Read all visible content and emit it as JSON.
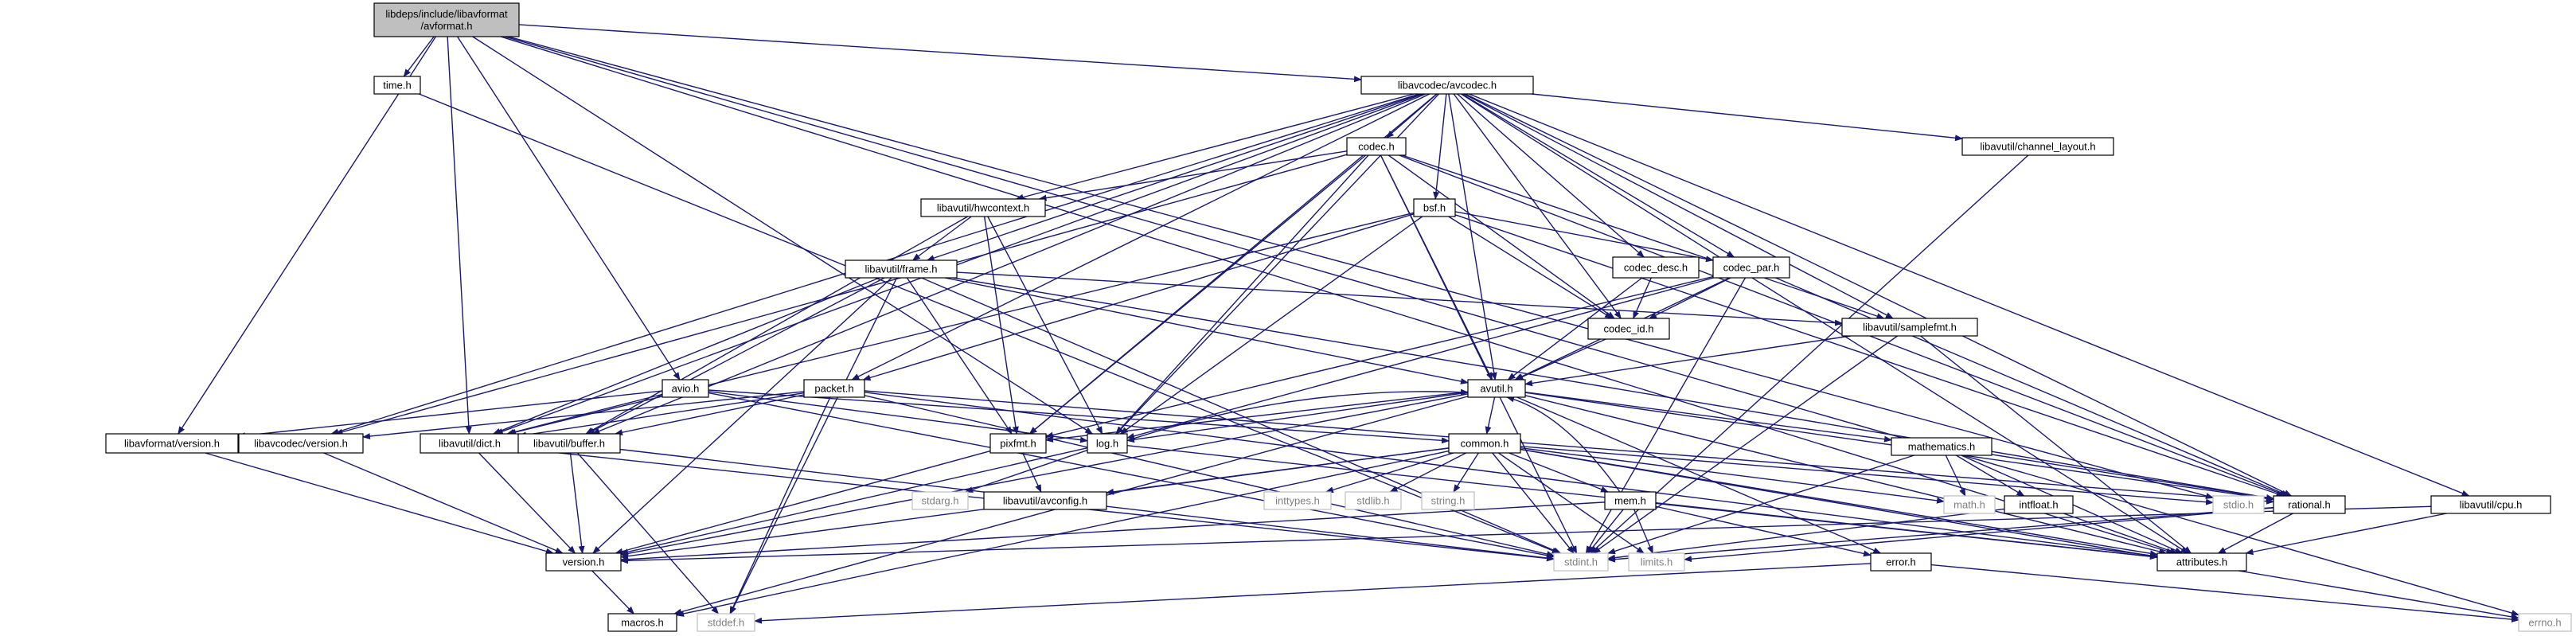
{
  "colors": {
    "edge": "#191970",
    "node_border": "#000000",
    "external_border": "#bfbfbf",
    "root_fill": "#bfbfbf",
    "text": "#000000",
    "external_text": "#7f7f7f"
  },
  "diagram": {
    "nodes": [
      {
        "id": "root",
        "lines": [
          "libdeps/include/libavformat",
          "/avformat.h"
        ],
        "kind": "root"
      },
      {
        "id": "time",
        "lines": [
          "time.h"
        ],
        "kind": "internal"
      },
      {
        "id": "avcodec",
        "lines": [
          "libavcodec/avcodec.h"
        ],
        "kind": "internal"
      },
      {
        "id": "codec",
        "lines": [
          "codec.h"
        ],
        "kind": "internal"
      },
      {
        "id": "chlayout",
        "lines": [
          "libavutil/channel_layout.h"
        ],
        "kind": "internal"
      },
      {
        "id": "hwcontext",
        "lines": [
          "libavutil/hwcontext.h"
        ],
        "kind": "internal"
      },
      {
        "id": "bsf",
        "lines": [
          "bsf.h"
        ],
        "kind": "internal"
      },
      {
        "id": "frame",
        "lines": [
          "libavutil/frame.h"
        ],
        "kind": "internal"
      },
      {
        "id": "codec_desc",
        "lines": [
          "codec_desc.h"
        ],
        "kind": "internal"
      },
      {
        "id": "codec_par",
        "lines": [
          "codec_par.h"
        ],
        "kind": "internal"
      },
      {
        "id": "codec_id",
        "lines": [
          "codec_id.h"
        ],
        "kind": "internal"
      },
      {
        "id": "samplefmt",
        "lines": [
          "libavutil/samplefmt.h"
        ],
        "kind": "internal"
      },
      {
        "id": "avio",
        "lines": [
          "avio.h"
        ],
        "kind": "internal"
      },
      {
        "id": "packet",
        "lines": [
          "packet.h"
        ],
        "kind": "internal"
      },
      {
        "id": "avutil",
        "lines": [
          "avutil.h"
        ],
        "kind": "internal"
      },
      {
        "id": "lfversion",
        "lines": [
          "libavformat/version.h"
        ],
        "kind": "internal"
      },
      {
        "id": "lcversion",
        "lines": [
          "libavcodec/version.h"
        ],
        "kind": "internal"
      },
      {
        "id": "dict",
        "lines": [
          "libavutil/dict.h"
        ],
        "kind": "internal"
      },
      {
        "id": "buffer",
        "lines": [
          "libavutil/buffer.h"
        ],
        "kind": "internal"
      },
      {
        "id": "pixfmt",
        "lines": [
          "pixfmt.h"
        ],
        "kind": "internal"
      },
      {
        "id": "log",
        "lines": [
          "log.h"
        ],
        "kind": "internal"
      },
      {
        "id": "common",
        "lines": [
          "common.h"
        ],
        "kind": "internal"
      },
      {
        "id": "mathematics",
        "lines": [
          "mathematics.h"
        ],
        "kind": "internal"
      },
      {
        "id": "stdarg",
        "lines": [
          "stdarg.h"
        ],
        "kind": "external"
      },
      {
        "id": "avconfig",
        "lines": [
          "libavutil/avconfig.h"
        ],
        "kind": "internal"
      },
      {
        "id": "inttypes",
        "lines": [
          "inttypes.h"
        ],
        "kind": "external"
      },
      {
        "id": "stdlib",
        "lines": [
          "stdlib.h"
        ],
        "kind": "external"
      },
      {
        "id": "string",
        "lines": [
          "string.h"
        ],
        "kind": "external"
      },
      {
        "id": "mem",
        "lines": [
          "mem.h"
        ],
        "kind": "internal"
      },
      {
        "id": "math",
        "lines": [
          "math.h"
        ],
        "kind": "external"
      },
      {
        "id": "intfloat",
        "lines": [
          "intfloat.h"
        ],
        "kind": "internal"
      },
      {
        "id": "stdio",
        "lines": [
          "stdio.h"
        ],
        "kind": "external"
      },
      {
        "id": "rational",
        "lines": [
          "rational.h"
        ],
        "kind": "internal"
      },
      {
        "id": "cpu",
        "lines": [
          "libavutil/cpu.h"
        ],
        "kind": "internal"
      },
      {
        "id": "version",
        "lines": [
          "version.h"
        ],
        "kind": "internal"
      },
      {
        "id": "stdint",
        "lines": [
          "stdint.h"
        ],
        "kind": "external"
      },
      {
        "id": "limits",
        "lines": [
          "limits.h"
        ],
        "kind": "external"
      },
      {
        "id": "error",
        "lines": [
          "error.h"
        ],
        "kind": "internal"
      },
      {
        "id": "attributes",
        "lines": [
          "attributes.h"
        ],
        "kind": "internal"
      },
      {
        "id": "macros",
        "lines": [
          "macros.h"
        ],
        "kind": "internal"
      },
      {
        "id": "stddef",
        "lines": [
          "stddef.h"
        ],
        "kind": "external"
      },
      {
        "id": "errno",
        "lines": [
          "errno.h"
        ],
        "kind": "external"
      }
    ],
    "edges": [
      [
        "root",
        "time"
      ],
      [
        "root",
        "avcodec"
      ],
      [
        "root",
        "avio"
      ],
      [
        "root",
        "lfversion"
      ],
      [
        "root",
        "dict"
      ],
      [
        "root",
        "log"
      ],
      [
        "root",
        "stdio"
      ],
      [
        "root",
        "attributes"
      ],
      [
        "root",
        "errno"
      ],
      [
        "time",
        "stdint"
      ],
      [
        "avcodec",
        "codec"
      ],
      [
        "avcodec",
        "chlayout"
      ],
      [
        "avcodec",
        "hwcontext"
      ],
      [
        "avcodec",
        "bsf"
      ],
      [
        "avcodec",
        "frame"
      ],
      [
        "avcodec",
        "codec_desc"
      ],
      [
        "avcodec",
        "codec_par"
      ],
      [
        "avcodec",
        "codec_id"
      ],
      [
        "avcodec",
        "samplefmt"
      ],
      [
        "avcodec",
        "packet"
      ],
      [
        "avcodec",
        "avutil"
      ],
      [
        "avcodec",
        "lcversion"
      ],
      [
        "avcodec",
        "dict"
      ],
      [
        "avcodec",
        "buffer"
      ],
      [
        "avcodec",
        "pixfmt"
      ],
      [
        "avcodec",
        "log"
      ],
      [
        "avcodec",
        "rational"
      ],
      [
        "avcodec",
        "cpu"
      ],
      [
        "avcodec",
        "attributes"
      ],
      [
        "chlayout",
        "stdint"
      ],
      [
        "codec",
        "hwcontext"
      ],
      [
        "codec",
        "codec_id"
      ],
      [
        "codec",
        "samplefmt"
      ],
      [
        "codec",
        "avutil"
      ],
      [
        "codec",
        "pixfmt"
      ],
      [
        "codec",
        "log"
      ],
      [
        "codec",
        "rational"
      ],
      [
        "codec",
        "lcversion"
      ],
      [
        "codec",
        "stdint"
      ],
      [
        "hwcontext",
        "frame"
      ],
      [
        "hwcontext",
        "buffer"
      ],
      [
        "hwcontext",
        "pixfmt"
      ],
      [
        "hwcontext",
        "log"
      ],
      [
        "bsf",
        "codec_id"
      ],
      [
        "bsf",
        "codec_par"
      ],
      [
        "bsf",
        "packet"
      ],
      [
        "bsf",
        "dict"
      ],
      [
        "bsf",
        "log"
      ],
      [
        "bsf",
        "rational"
      ],
      [
        "frame",
        "avutil"
      ],
      [
        "frame",
        "buffer"
      ],
      [
        "frame",
        "dict"
      ],
      [
        "frame",
        "pixfmt"
      ],
      [
        "frame",
        "samplefmt"
      ],
      [
        "frame",
        "rational"
      ],
      [
        "frame",
        "version"
      ],
      [
        "frame",
        "stdint"
      ],
      [
        "frame",
        "stddef"
      ],
      [
        "codec_desc",
        "codec_id"
      ],
      [
        "codec_desc",
        "avutil"
      ],
      [
        "codec_par",
        "codec_id"
      ],
      [
        "codec_par",
        "avutil"
      ],
      [
        "codec_par",
        "pixfmt"
      ],
      [
        "codec_par",
        "rational"
      ],
      [
        "codec_par",
        "stdint"
      ],
      [
        "codec_par",
        "log"
      ],
      [
        "codec_id",
        "avutil"
      ],
      [
        "samplefmt",
        "avutil"
      ],
      [
        "samplefmt",
        "attributes"
      ],
      [
        "samplefmt",
        "stdint"
      ],
      [
        "avio",
        "dict"
      ],
      [
        "avio",
        "common"
      ],
      [
        "avio",
        "log"
      ],
      [
        "avio",
        "stdint"
      ],
      [
        "avio",
        "lfversion"
      ],
      [
        "packet",
        "buffer"
      ],
      [
        "packet",
        "dict"
      ],
      [
        "packet",
        "lcversion"
      ],
      [
        "packet",
        "rational"
      ],
      [
        "packet",
        "stddef"
      ],
      [
        "packet",
        "stdint"
      ],
      [
        "packet",
        "attributes"
      ],
      [
        "avutil",
        "common"
      ],
      [
        "avutil",
        "mathematics"
      ],
      [
        "avutil",
        "log"
      ],
      [
        "avutil",
        "pixfmt"
      ],
      [
        "avutil",
        "rational"
      ],
      [
        "avutil",
        "version"
      ],
      [
        "avutil",
        "error"
      ],
      [
        "avutil",
        "macros"
      ],
      [
        "avutil",
        "attributes"
      ],
      [
        "lfversion",
        "version"
      ],
      [
        "lcversion",
        "version"
      ],
      [
        "dict",
        "version"
      ],
      [
        "dict",
        "stdint"
      ],
      [
        "buffer",
        "version"
      ],
      [
        "buffer",
        "stdint"
      ],
      [
        "buffer",
        "stddef"
      ],
      [
        "pixfmt",
        "avconfig"
      ],
      [
        "pixfmt",
        "version"
      ],
      [
        "log",
        "stdarg"
      ],
      [
        "log",
        "avutil"
      ],
      [
        "log",
        "version"
      ],
      [
        "log",
        "attributes"
      ],
      [
        "common",
        "avconfig"
      ],
      [
        "common",
        "inttypes"
      ],
      [
        "common",
        "stdlib"
      ],
      [
        "common",
        "string"
      ],
      [
        "common",
        "mem"
      ],
      [
        "common",
        "math"
      ],
      [
        "common",
        "stdio"
      ],
      [
        "common",
        "errno"
      ],
      [
        "common",
        "limits"
      ],
      [
        "common",
        "stdint"
      ],
      [
        "common",
        "attributes"
      ],
      [
        "common",
        "macros"
      ],
      [
        "common",
        "version"
      ],
      [
        "mathematics",
        "math"
      ],
      [
        "mathematics",
        "intfloat"
      ],
      [
        "mathematics",
        "rational"
      ],
      [
        "mathematics",
        "attributes"
      ],
      [
        "mathematics",
        "stdint"
      ],
      [
        "mem",
        "limits"
      ],
      [
        "mem",
        "stdint"
      ],
      [
        "mem",
        "error"
      ],
      [
        "mem",
        "attributes"
      ],
      [
        "mem",
        "avutil"
      ],
      [
        "mem",
        "version"
      ],
      [
        "intfloat",
        "stdint"
      ],
      [
        "intfloat",
        "attributes"
      ],
      [
        "rational",
        "attributes"
      ],
      [
        "rational",
        "limits"
      ],
      [
        "rational",
        "stdint"
      ],
      [
        "cpu",
        "attributes"
      ],
      [
        "cpu",
        "version"
      ],
      [
        "version",
        "macros"
      ],
      [
        "error",
        "errno"
      ],
      [
        "error",
        "stddef"
      ]
    ]
  }
}
